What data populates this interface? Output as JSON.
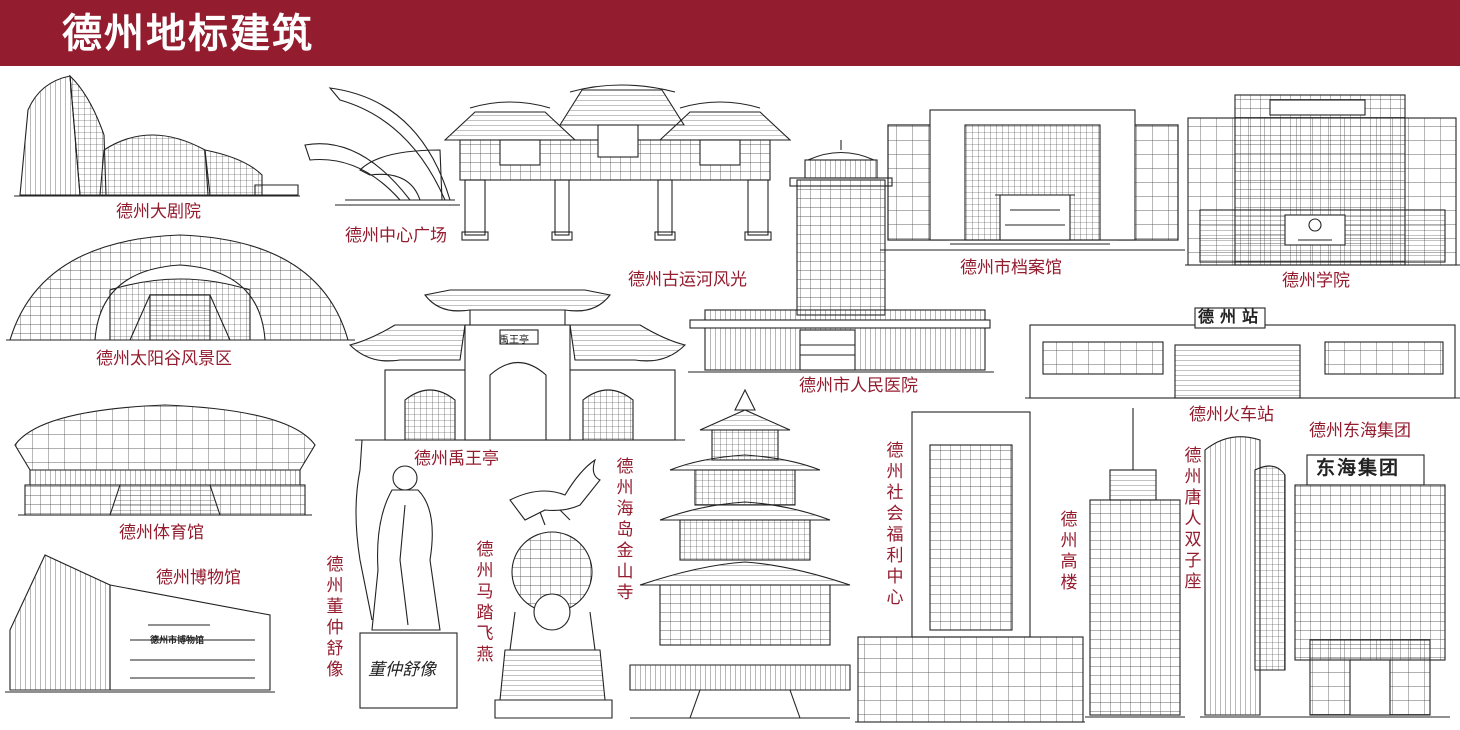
{
  "title": "德州地标建筑",
  "colors": {
    "header": "#941c2f",
    "label": "#941c2f",
    "line": "#222222",
    "background": "#ffffff"
  },
  "landmarks": [
    {
      "id": "grand-theater",
      "label": "德州大剧院"
    },
    {
      "id": "central-plaza",
      "label": "德州中心广场"
    },
    {
      "id": "grand-canal",
      "label": "德州古运河风光"
    },
    {
      "id": "archives",
      "label": "德州市档案馆"
    },
    {
      "id": "college",
      "label": "德州学院"
    },
    {
      "id": "solar-valley",
      "label": "德州太阳谷风景区"
    },
    {
      "id": "yuwang-pavilion",
      "label": "德州禹王亭"
    },
    {
      "id": "peoples-hospital",
      "label": "德州市人民医院"
    },
    {
      "id": "railway-station",
      "label": "德州火车站"
    },
    {
      "id": "gymnasium",
      "label": "德州体育馆"
    },
    {
      "id": "museum",
      "label": "德州博物馆"
    },
    {
      "id": "dong-zhongshu",
      "label": "德州董仲舒像"
    },
    {
      "id": "horse-swallow",
      "label": "德州马踏飞燕"
    },
    {
      "id": "haidao-temple",
      "label": "德州海岛金山寺"
    },
    {
      "id": "welfare-center",
      "label": "德州社会福利中心"
    },
    {
      "id": "high-rise",
      "label": "德州高楼"
    },
    {
      "id": "tangren-twins",
      "label": "德州唐人双子座"
    },
    {
      "id": "donghai-group",
      "label": "德州东海集团"
    }
  ],
  "signs": {
    "pavilion": "禹王亭",
    "station": "德州站",
    "museum": "德州市博物馆",
    "statue": "董仲舒像",
    "donghai": "东海集团"
  }
}
